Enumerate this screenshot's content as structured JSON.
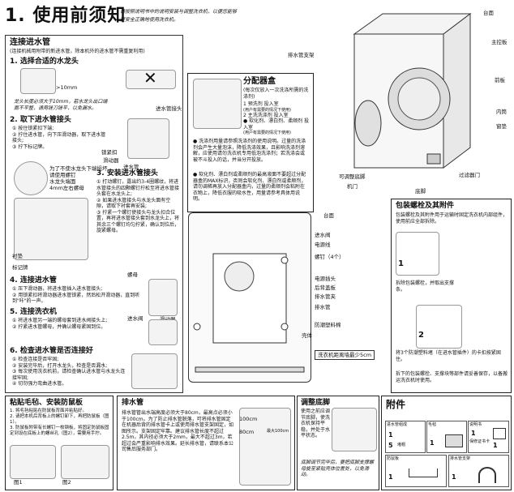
{
  "header": {
    "title": "1. 使用前须知",
    "intro_line1": "请按照说明书中的说明安装与调整洗衣机，以便您能够",
    "intro_line2": "更安全正确地使用洗衣机。"
  },
  "inlet": {
    "title": "连接进水管",
    "note": "(连接机械用附带的新进水管，除本机外的进水管不需重复利用)",
    "step1_title": "1. 选择合适的水龙头",
    "step1_dim": ">10mm",
    "step1_desc": "龙头长度必须大于10mm，若水龙头出口端面不平整，请用锉刀锉平，以免漏水。",
    "label_pipe": "进水管接头",
    "step2_title": "2. 取下进水管接头",
    "step2_items": [
      "① 按住锁紧扣下端;",
      "② 拧住进水管，向下压滑动器，取下进水管接头;",
      "③ 拧下标记牌。"
    ],
    "label_lock": "锁紧扣",
    "label_slider": "滑动器",
    "label_inlet": "进水管",
    "label_screw_note": "为了不使水龙头下端损坏",
    "label_screws": "请使用螺钉",
    "label_faucet_note": "水龙头端面",
    "label_nut": "4mm左右螺母",
    "step3_title": "3. 安装进水管接头",
    "step3_items": [
      "① 打动螺钉，露出约3-4圈螺纹，将进水管接头的四颗螺钉拧松至将进水管接头套在水龙头上;",
      "② 如果进水管接头与水龙头面有空隙，请取下衬套再安装;",
      "③ 拧紧一个螺钉使接头与龙头扣合位置，再将进水管接头套到水龙头上，将其余三个螺钉均匀拧紧，确认到位后，旋紧螺母。"
    ],
    "label_gasket": "衬垫",
    "label_tag": "标记牌",
    "label_cap": "螺母",
    "step4_title": "4. 连接进水管",
    "step4_items": [
      "① 压下滑动器，将进水管插入进水管接头;",
      "② 用锁紧扣将滑动器进水管锁紧，然后松开滑动器，直到听到\"咔\"的一声。"
    ],
    "label_slider2": "滑动器",
    "step5_title": "5. 连接洗衣机",
    "step5_items": [
      "① 将进水管另一端的螺母套到进水阀接头上;",
      "② 拧紧进水管螺母，并确认螺母紧固到位。"
    ],
    "label_valve": "进水阀",
    "step6_title": "6. 检查进水管是否连接好",
    "step6_items": [
      "① 检查连接是否牢固;",
      "② 安装完毕后，打开水龙头，检查是否漏水;",
      "③ 每次使用洗衣机前，请检查确认进水管与水龙头连接牢固;",
      "④ 切勿强力弯曲进水管。"
    ]
  },
  "drawer": {
    "title": "分配器盒",
    "subtitle": "(每次仅放入一次洗涤所需的洗涤剂)",
    "items": [
      {
        "label": "1  预洗剂  投入室",
        "note": "(用户有需要的情况下使用)"
      },
      {
        "label": "2  主洗洗涤剂  投入室",
        "note": ""
      },
      {
        "label": "● 软化剂、漂白剂、柔顺剂  投入室",
        "note": "(用户有需要的情况下使用)"
      }
    ],
    "para1": "● 洗涤剂用量请参照洗涤剂的使用说明。过量的洗涤剂会产生大量泡沫，降低洗涤效果，且影响洗涤剂溶解，应使用请勿洗衣机专用低泡洗涤剂；若洗涤会或被不斗投入的话，并当分开投放。",
    "para2": "● 软化剂、漂白剂或柔顺剂的最高液面不要超过分配器盒的MAX标识，否则会软化剂、漂白剂或柔顺剂，请勿调稀再放入分配器盒内，过量的柔顺剂会粘附在衣物上，降低衣服的吸水性，用量请参考具体用说明。"
  },
  "machine": {
    "labels": {
      "top_panel": "台面",
      "control_panel": "主控板",
      "front_panel": "前板",
      "inner_drum": "内筒",
      "window": "窗垫",
      "drain_support": "排水管支架",
      "filter_door": "过滤器门",
      "foot": "底脚",
      "door": "机门",
      "adjust_foot": "可调整底脚"
    }
  },
  "rear": {
    "labels": {
      "top": "台面",
      "inlet_valve": "进水阀",
      "power_cord": "电源线",
      "bolts": "螺钉（4个）",
      "power_plug": "电源插头",
      "back_cover": "后背盖板",
      "drain_clamp": "排水管夹",
      "drain_hose": "排水管",
      "sponge": "防潮塑料棉",
      "shell": "壳体"
    },
    "ground_note": "洗衣机距离墙最少5cm"
  },
  "bolts_section": {
    "title": "包装螺栓及其附件",
    "para1": "包装螺栓及其附件用于运输时固定洗衣机内部组件，使用前应全部拆除。",
    "step1_num": "1",
    "step1_text": "拆除包装螺栓，并取出支撑条。",
    "step2_num": "2",
    "step2_text": "将3个防潮塑料堵（在进水管插件）的卡扣按紧固住。",
    "para2": "拆下的包装螺栓、支撑块等部件请妥善保存，以备搬运洗衣机时使用。"
  },
  "felt": {
    "title": "粘贴毛毡、安装防鼠板",
    "items": [
      "1. 将毛毡粘贴在防鼠板背面并粘贴好。",
      "2. 请把本机后背板上的螺钉卸下，再把防鼠板（图1）。",
      "3. 防鼠板附带有长螺钉一枚钢板，将固定防鼠板固定到设在底板上的螺丝孔（图2），需要用手拧。"
    ],
    "fig1": "图1",
    "fig2": "图2"
  },
  "drain": {
    "title": "排水管",
    "text": "排水管管出水端高度必须大于80cm，最高点必须小于100cm。为了防止排水管脱落，可将排水管固定在机器后背的排水管卡上或使用排水管支架固定，如图所示。支架固定牢靠。建议排水管长度不超过2.5m，其内径必须大于2mm，最大不超过3m，若超过会严重影响排水效果。延长排水管，请联系本公司售后服务部门。",
    "dim_80": "80cm",
    "dim_100": "100cm",
    "dim_max": "最大100cm"
  },
  "feet": {
    "title": "调整底脚",
    "text": "使用之前应调节底脚，使洗衣机保持平稳，并处于水平状态。",
    "warn": "底脚调节完毕后，要把底脚支撑螺母旋至紧贴壳体位置处，以免滑动。"
  },
  "accessories": {
    "title": "附件",
    "items": [
      {
        "name": "进水管组成",
        "qty": "1"
      },
      {
        "name": "毛毡",
        "qty": "1"
      },
      {
        "name": "说明书",
        "qty": "1"
      },
      {
        "name": "保修证书卡",
        "qty": "1"
      },
      {
        "name": "防鼠板",
        "qty": "1"
      },
      {
        "name": "排水管支架",
        "qty": "1"
      },
      {
        "name": "堵帽",
        "qty": "5"
      }
    ]
  }
}
